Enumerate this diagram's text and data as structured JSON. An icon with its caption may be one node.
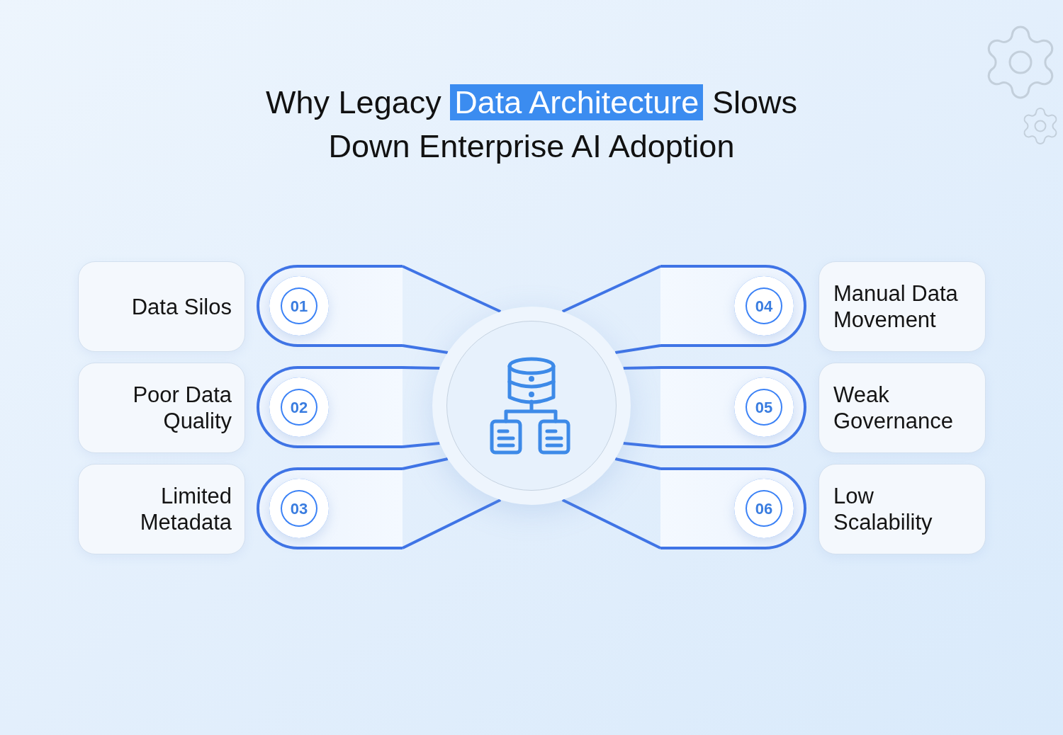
{
  "diagram": {
    "title": "Why Legacy **Data Architecture** Slows Down Enterprise AI Adoption",
    "nodes": [
      {
        "text": [
          "Data Silos"
        ]
      },
      {
        "text": [
          "Poor Data Quality"
        ]
      },
      {
        "text": [
          "Limited Metadata"
        ]
      },
      {
        "text": [
          "01"
        ]
      },
      {
        "text": [
          "02"
        ]
      },
      {
        "text": [
          "03"
        ]
      },
      {
        "text": [],
        "shape": "circle"
      },
      {
        "text": [
          "04"
        ]
      },
      {
        "text": [
          "05"
        ]
      },
      {
        "text": [
          "06"
        ]
      },
      {
        "text": [
          "Manual Data Movement"
        ]
      },
      {
        "text": [
          "Weak Governance"
        ]
      },
      {
        "text": [
          "Low Scalability"
        ]
      }
    ],
    "edges": [
      {
        "from": 3,
        "to": 6,
        "arrow": "none"
      },
      {
        "from": 3,
        "to": 6,
        "arrow": "none"
      },
      {
        "from": 4,
        "to": 6,
        "arrow": "none"
      },
      {
        "from": 4,
        "to": 6,
        "arrow": "none"
      },
      {
        "from": 5,
        "to": 6,
        "arrow": "none"
      },
      {
        "from": 5,
        "to": 6,
        "arrow": "none"
      },
      {
        "from": 7,
        "to": 6,
        "arrow": "none"
      },
      {
        "from": 7,
        "to": 6,
        "arrow": "none"
      },
      {
        "from": 8,
        "to": 6,
        "arrow": "none"
      },
      {
        "from": 8,
        "to": 6,
        "arrow": "none"
      },
      {
        "from": 9,
        "to": 6,
        "arrow": "none"
      },
      {
        "from": 9,
        "to": 6,
        "arrow": "none"
      }
    ]
  }
}
